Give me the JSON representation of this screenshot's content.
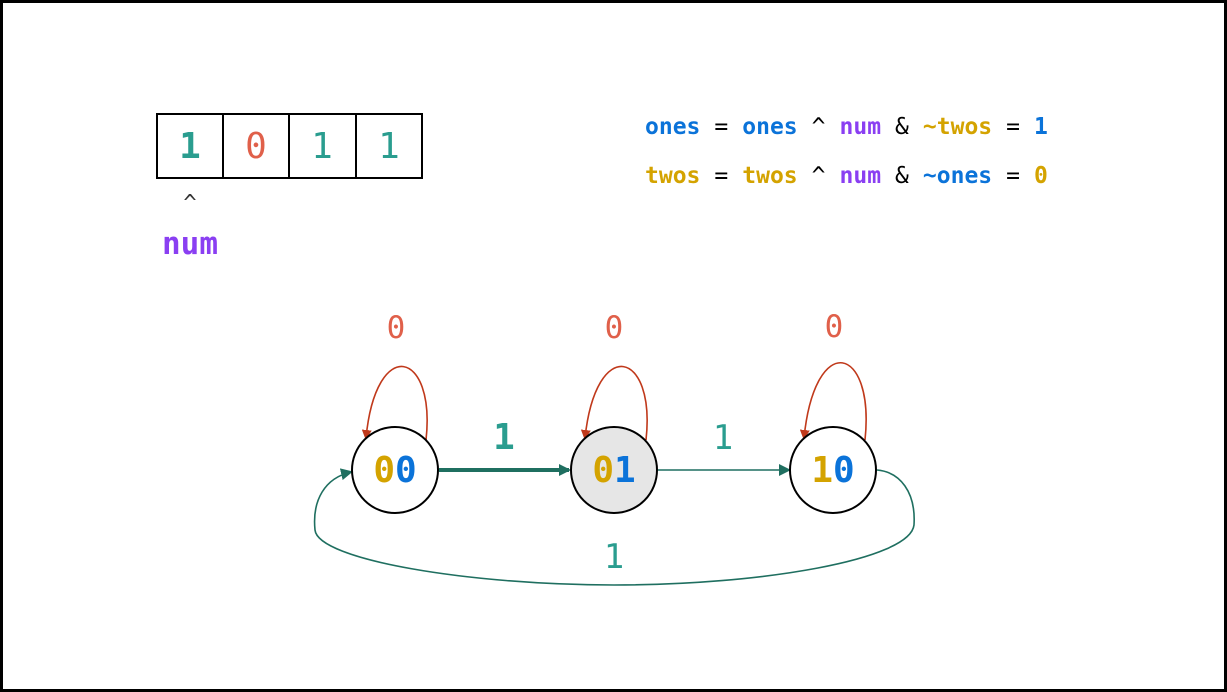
{
  "colors": {
    "teal": "#2a9d8f",
    "dark_teal": "#1f6f60",
    "red": "#e0604a",
    "arrow_red": "#c0391b",
    "blue": "#0b73d9",
    "gold": "#d4a300",
    "purple": "#8a3ff2",
    "black": "#000000",
    "state_fill_active": "#e6e6e6"
  },
  "array": {
    "cells": [
      "1",
      "0",
      "1",
      "1"
    ],
    "pointer": "^",
    "pointer_label": "num"
  },
  "equations": {
    "ones": {
      "lhs": "ones",
      "eq": "=",
      "a": "ones",
      "xor": "^",
      "num": "num",
      "and": "&",
      "not_var": "~twos",
      "eq2": "=",
      "result": "1"
    },
    "twos": {
      "lhs": "twos",
      "eq": "=",
      "a": "twos",
      "xor": "^",
      "num": "num",
      "and": "&",
      "not_var": "~ones",
      "eq2": "=",
      "result": "0"
    }
  },
  "states": [
    {
      "first": "0",
      "second": "0"
    },
    {
      "first": "0",
      "second": "1"
    },
    {
      "first": "1",
      "second": "0"
    }
  ],
  "transitions": {
    "self_loops": [
      "0",
      "0",
      "0"
    ],
    "s0_to_s1": "1",
    "s1_to_s2": "1",
    "s2_to_s0": "1"
  }
}
